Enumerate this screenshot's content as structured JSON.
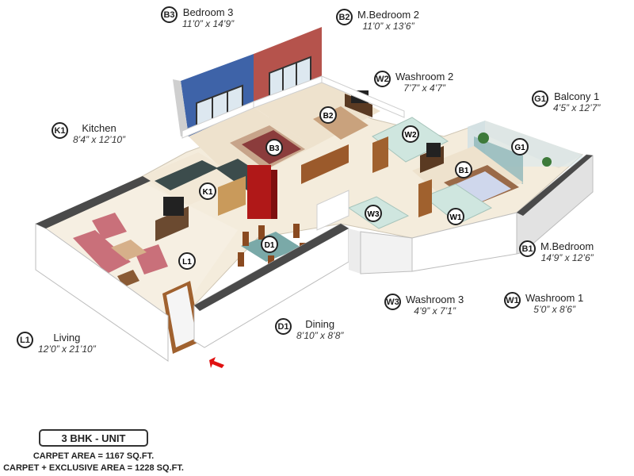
{
  "rooms": [
    {
      "code": "B3",
      "name": "Bedroom 3",
      "dims": "11’0” x 14’9”"
    },
    {
      "code": "B2",
      "name": "M.Bedroom 2",
      "dims": "11’0” x 13’6”"
    },
    {
      "code": "W2",
      "name": "Washroom 2",
      "dims": "7’7” x 4’7”"
    },
    {
      "code": "G1",
      "name": "Balcony 1",
      "dims": "4’5” x 12’7”"
    },
    {
      "code": "K1",
      "name": "Kitchen",
      "dims": "8’4” x 12’10”"
    },
    {
      "code": "B1",
      "name": "M.Bedroom",
      "dims": "14’9” x 12’6”"
    },
    {
      "code": "W3",
      "name": "Washroom 3",
      "dims": "4’9” x 7’1”"
    },
    {
      "code": "W1",
      "name": "Washroom 1",
      "dims": "5’0” x 8’6”"
    },
    {
      "code": "D1",
      "name": "Dining",
      "dims": "8’10” x 8’8”"
    },
    {
      "code": "L1",
      "name": "Living",
      "dims": "12’0” x 21’10”"
    }
  ],
  "unit": {
    "type": "3 BHK - UNIT",
    "carpet_area": "CARPET AREA = 1167 SQ.FT.",
    "carpet_exclusive_area": "CARPET + EXCLUSIVE AREA = 1228 SQ.FT."
  },
  "colors": {
    "wall": "#ffffff",
    "wall_shade": "#d9d9d9",
    "floor": "#f3ead8",
    "bedroom3_wall": "#3e63a8",
    "bedroom2_wall": "#b5534c",
    "washroom_floor": "#cfe6df",
    "wood": "#a0612e",
    "sofa": "#c9707a",
    "fridge": "#b01818",
    "marker": "#e01010"
  },
  "icons": [
    "red-arrow-marker-icon"
  ]
}
